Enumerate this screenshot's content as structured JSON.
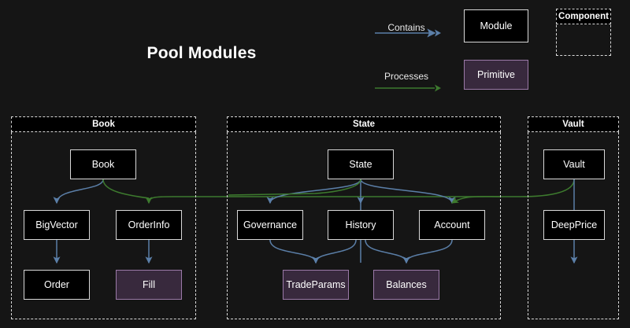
{
  "title": "Pool Modules",
  "background_color": "#151515",
  "colors": {
    "module_fill": "#000000",
    "module_border": "#d8d8d8",
    "primitive_fill": "#38293d",
    "primitive_border": "#9b7aa8",
    "contains_arrow": "#5b7fa8",
    "processes_arrow": "#3d7a2e",
    "text": "#ffffff"
  },
  "legend": {
    "contains_label": "Contains",
    "processes_label": "Processes",
    "module_label": "Module",
    "primitive_label": "Primitive",
    "component_label": "Component"
  },
  "groups": [
    {
      "id": "book",
      "label": "Book"
    },
    {
      "id": "state",
      "label": "State"
    },
    {
      "id": "vault",
      "label": "Vault"
    }
  ],
  "nodes": {
    "book": "Book",
    "bigvector": "BigVector",
    "orderinfo": "OrderInfo",
    "order": "Order",
    "fill": "Fill",
    "state": "State",
    "governance": "Governance",
    "history": "History",
    "account": "Account",
    "tradeparams": "TradeParams",
    "balances": "Balances",
    "vault": "Vault",
    "deepprice": "DeepPrice"
  },
  "node_types": {
    "book": "module",
    "bigvector": "module",
    "orderinfo": "module",
    "order": "module",
    "fill": "primitive",
    "state": "module",
    "governance": "module",
    "history": "module",
    "account": "module",
    "tradeparams": "primitive",
    "balances": "primitive",
    "vault": "module",
    "deepprice": "module"
  },
  "edges": [
    {
      "from": "book",
      "to": "bigvector",
      "type": "contains"
    },
    {
      "from": "bigvector",
      "to": "order",
      "type": "contains"
    },
    {
      "from": "orderinfo",
      "to": "fill",
      "type": "contains"
    },
    {
      "from": "state",
      "to": "governance",
      "type": "contains"
    },
    {
      "from": "state",
      "to": "history",
      "type": "contains"
    },
    {
      "from": "state",
      "to": "account",
      "type": "contains"
    },
    {
      "from": "governance",
      "to": "tradeparams",
      "type": "contains"
    },
    {
      "from": "history",
      "to": "tradeparams",
      "type": "contains"
    },
    {
      "from": "history",
      "to": "balances",
      "type": "contains"
    },
    {
      "from": "account",
      "to": "balances",
      "type": "contains"
    },
    {
      "from": "vault",
      "to": "deepprice",
      "type": "contains"
    },
    {
      "from": "book",
      "to": "orderinfo",
      "type": "processes"
    },
    {
      "from": "state",
      "to": "account",
      "type": "processes"
    },
    {
      "from": "vault",
      "to": "orderinfo",
      "type": "processes"
    }
  ]
}
